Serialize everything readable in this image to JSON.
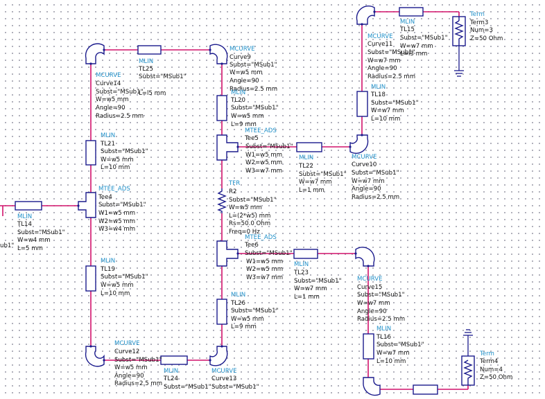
{
  "schematic": {
    "components": [
      {
        "id": "tl25",
        "lines": [
          "MLIN",
          "TL25",
          "Subst=\"MSub1\"",
          "L=l5 mm"
        ]
      },
      {
        "id": "curve14",
        "lines": [
          "MCURVE",
          "Curve14",
          "Subst=\"MSub1\"",
          "W=w5 mm",
          "Angle=90",
          "Radius=2.5 mm"
        ]
      },
      {
        "id": "curve9",
        "lines": [
          "MCURVE",
          "Curve9",
          "Subst=\"MSub1\"",
          "W=w5 mm",
          "Angle=90",
          "Radius=2.5 mm"
        ]
      },
      {
        "id": "tl20",
        "lines": [
          "MLIN",
          "TL20",
          "Subst=\"MSub1\"",
          "W=w5 mm",
          "L=9 mm"
        ]
      },
      {
        "id": "tl21",
        "lines": [
          "MLIN",
          "TL21",
          "Subst=\"MSub1\"",
          "W=w5 mm",
          "L=10 mm"
        ]
      },
      {
        "id": "tee5",
        "lines": [
          "MTEE_ADS",
          "Tee5",
          "Subst=\"MSub1\"",
          "W1=w5 mm",
          "W2=w5 mm",
          "W3=w7 mm"
        ]
      },
      {
        "id": "tl22",
        "lines": [
          "MLIN",
          "TL22",
          "Subst=\"MSub1\"",
          "W=w7 mm",
          "L=1 mm"
        ]
      },
      {
        "id": "curve10",
        "lines": [
          "MCURVE",
          "Curve10",
          "Subst=\"MSub1\"",
          "W=w7 mm",
          "Angle=90",
          "Radius=2.5 mm"
        ]
      },
      {
        "id": "tl15",
        "lines": [
          "MLIN",
          "TL15",
          "Subst=\"MSub1\"",
          "W=w7 mm",
          "L=l3 mm"
        ]
      },
      {
        "id": "curve11",
        "lines": [
          "MCURVE",
          "Curve11",
          "Subst=\"MSub1\"",
          "W=w7 mm",
          "Angle=90",
          "Radius=2.5 mm"
        ]
      },
      {
        "id": "tl18",
        "lines": [
          "MLIN",
          "TL18",
          "Subst=\"MSub1\"",
          "W=w7 mm",
          "L=10 mm"
        ]
      },
      {
        "id": "term3",
        "lines": [
          "Term",
          "Term3",
          "Num=3",
          "Z=50 Ohm"
        ]
      },
      {
        "id": "tee4",
        "lines": [
          "MTEE_ADS",
          "Tee4",
          "Subst=\"MSub1\"",
          "W1=w5 mm",
          "W2=w5 mm",
          "W3=w4 mm"
        ]
      },
      {
        "id": "tl14",
        "lines": [
          "MLIN",
          "TL14",
          "Subst=\"MSub1\"",
          "W=w4 mm",
          "L=5 mm"
        ]
      },
      {
        "id": "r2",
        "lines": [
          "TFR",
          "R2",
          "Subst=\"MSub1\"",
          "W=w5 mm",
          "L=(2*w5) mm",
          "Rs=50.0 Ohm",
          "Freq=0 Hz"
        ]
      },
      {
        "id": "tee6",
        "lines": [
          "MTEE_ADS",
          "Tee6",
          "Subst=\"MSub1\"",
          "W1=w5 mm",
          "W2=w5 mm",
          "W3=w7 mm"
        ]
      },
      {
        "id": "tl23",
        "lines": [
          "MLIN",
          "TL23",
          "Subst=\"MSub1\"",
          "W=w7 mm",
          "L=1 mm"
        ]
      },
      {
        "id": "tl19",
        "lines": [
          "MLIN",
          "TL19",
          "Subst=\"MSub1\"",
          "W=w5 mm",
          "L=10 mm"
        ]
      },
      {
        "id": "curve15",
        "lines": [
          "MCURVE",
          "Curve15",
          "Subst=\"MSub1\"",
          "W=w7 mm",
          "Angle=90",
          "Radius=2.5 mm"
        ]
      },
      {
        "id": "tl26",
        "lines": [
          "MLIN",
          "TL26",
          "Subst=\"MSub1\"",
          "W=w5 mm",
          "L=9 mm"
        ]
      },
      {
        "id": "tl16",
        "lines": [
          "MLIN",
          "TL16",
          "Subst=\"MSub1\"",
          "W=w7 mm",
          "L=10 mm"
        ]
      },
      {
        "id": "curve12",
        "lines": [
          "MCURVE",
          "Curve12",
          "Subst=\"MSub1\"",
          "W=w5 mm",
          "Angle=90",
          "Radius=2.5 mm"
        ]
      },
      {
        "id": "tl24",
        "lines": [
          "MLIN",
          "TL24",
          "Subst=\"MSub1\""
        ]
      },
      {
        "id": "curve13",
        "lines": [
          "MCURVE",
          "Curve13",
          "Subst=\"MSub1\""
        ]
      },
      {
        "id": "term4",
        "lines": [
          "Term",
          "Term4",
          "Num=4",
          "Z=50 Ohm"
        ]
      }
    ],
    "fragments": {
      "left_subst": "ub1\""
    },
    "colors": {
      "wire": "#d0106a",
      "part": "#1a1a8c",
      "type_label": "#1f8fc8",
      "param_label": "#101010",
      "grid_dot": "#9a9aa8"
    }
  }
}
